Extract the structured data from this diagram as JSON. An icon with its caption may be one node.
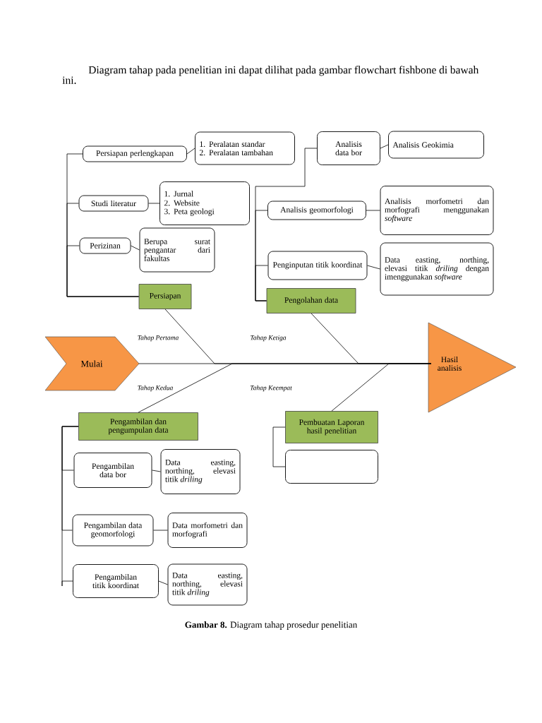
{
  "diagram": {
    "caption": "**Gambar 8.** Diagram tahap prosedur penelitian",
    "nodes": [
      {
        "text": [
          "Persiapan perlengkapan"
        ]
      },
      {
        "text": [
          "1. Peralatan standar",
          "2. Peralatan tambahan"
        ]
      },
      {
        "text": [
          "Studi literatur"
        ]
      },
      {
        "text": [
          "1. Jurnal",
          "2. Website",
          "3. Peta geologi"
        ]
      },
      {
        "text": [
          "Perizinan"
        ]
      },
      {
        "text": [
          "Berupa surat pengantar dari fakultas"
        ]
      },
      {
        "text": [
          "Persiapan"
        ]
      },
      {
        "text": [
          "Analisis data bor"
        ]
      },
      {
        "text": [
          "Analisis Geokimia"
        ]
      },
      {
        "text": [
          "Analisis geomorfologi"
        ]
      },
      {
        "text": [
          "Analisis morfometri dan morfografi menggunakan *software*"
        ]
      },
      {
        "text": [
          "Penginputan titik koordinat"
        ]
      },
      {
        "text": [
          "Data easting, northing, elevasi titik *driling* dengan imenggunakan *software*"
        ]
      },
      {
        "text": [
          "Pengolahan data"
        ]
      },
      {
        "text": [
          "Mulai"
        ]
      },
      {
        "text": [
          "Hasil analisis"
        ]
      },
      {
        "text": [
          "Pengambilan dan pengumpulan data"
        ]
      },
      {
        "text": [
          "Pengambilan data bor"
        ]
      },
      {
        "text": [
          "Data easting, northing, elevasi titik *driling*"
        ]
      },
      {
        "text": [
          "Pengambilan data geomorfologi"
        ]
      },
      {
        "text": [
          "Data morfometri dan morfografi"
        ]
      },
      {
        "text": [
          "Pengambilan titik koordinat"
        ]
      },
      {
        "text": [
          "Data easting, northing, elevasi titik *driling*"
        ]
      },
      {
        "text": [
          "Pembuatan Laporan hasil penelitian"
        ]
      },
      {
        "text": [],
        "shape": "box"
      }
    ],
    "edges": [
      {
        "from": 14,
        "to": 15,
        "arrow": "none"
      },
      {
        "from": 6,
        "to": 15,
        "arrow": "none"
      },
      {
        "from": 13,
        "to": 15,
        "arrow": "none"
      },
      {
        "from": 16,
        "to": 15,
        "arrow": "none"
      },
      {
        "from": 23,
        "to": 15,
        "arrow": "none"
      },
      {
        "from": 6,
        "to": 0,
        "arrow": "none"
      },
      {
        "from": 6,
        "to": 2,
        "arrow": "none"
      },
      {
        "from": 6,
        "to": 4,
        "arrow": "none"
      },
      {
        "from": 0,
        "to": 1,
        "arrow": "none"
      },
      {
        "from": 2,
        "to": 3,
        "arrow": "none"
      },
      {
        "from": 4,
        "to": 5,
        "arrow": "none"
      },
      {
        "from": 13,
        "to": 7,
        "arrow": "none"
      },
      {
        "from": 13,
        "to": 9,
        "arrow": "none"
      },
      {
        "from": 13,
        "to": 11,
        "arrow": "none"
      },
      {
        "from": 7,
        "to": 8,
        "arrow": "none"
      },
      {
        "from": 9,
        "to": 10,
        "arrow": "none"
      },
      {
        "from": 11,
        "to": 12,
        "arrow": "none"
      },
      {
        "from": 16,
        "to": 17,
        "arrow": "none"
      },
      {
        "from": 16,
        "to": 19,
        "arrow": "none"
      },
      {
        "from": 16,
        "to": 21,
        "arrow": "none"
      },
      {
        "from": 17,
        "to": 18,
        "arrow": "none"
      },
      {
        "from": 19,
        "to": 20,
        "arrow": "none"
      },
      {
        "from": 21,
        "to": 22,
        "arrow": "none"
      },
      {
        "from": 23,
        "to": 24,
        "arrow": "none"
      }
    ],
    "labels": [
      "Diagram tahap  pada penelitian ini dapat dilihat pada gambar flowchart fishbone di bawah ini.",
      "Tahap Pertama",
      "Tahap Ketiga",
      "Tahap Kedua",
      "Tahap Keempat"
    ]
  }
}
